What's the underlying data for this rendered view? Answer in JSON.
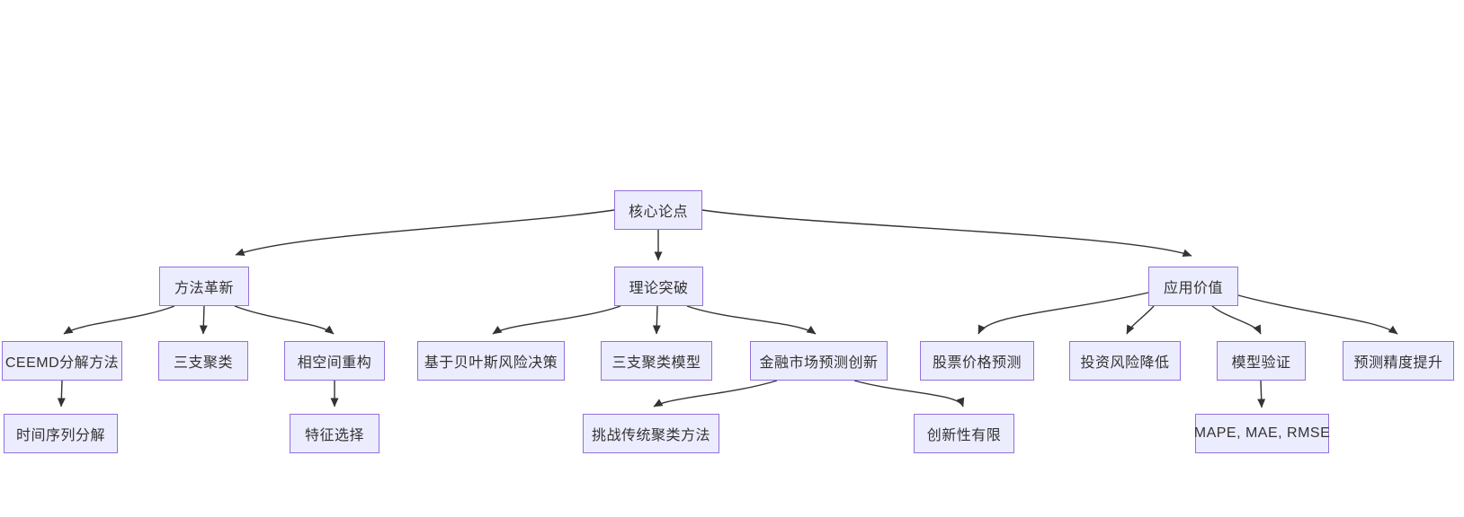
{
  "diagram": {
    "type": "flowchart",
    "direction": "top-down",
    "levels": 4,
    "node_count": 19,
    "edge_count": 18
  },
  "colors": {
    "background": "#ffffff",
    "node_fill": "#ECECFF",
    "node_border": "#9370DB",
    "edge": "#333333",
    "text": "#333333"
  },
  "nodes": {
    "root": {
      "label": "核心论点"
    },
    "method": {
      "label": "方法革新"
    },
    "theory": {
      "label": "理论突破"
    },
    "application": {
      "label": "应用价值"
    },
    "ceemd": {
      "label": "CEEMD分解方法"
    },
    "threeway": {
      "label": "三支聚类"
    },
    "phasespace": {
      "label": "相空间重构"
    },
    "bayes": {
      "label": "基于贝叶斯风险决策"
    },
    "threewaymodel": {
      "label": "三支聚类模型"
    },
    "finance": {
      "label": "金融市场预测创新"
    },
    "stock": {
      "label": "股票价格预测"
    },
    "risk": {
      "label": "投资风险降低"
    },
    "validation": {
      "label": "模型验证"
    },
    "precision": {
      "label": "预测精度提升"
    },
    "timeseries": {
      "label": "时间序列分解"
    },
    "feature": {
      "label": "特征选择"
    },
    "challenge": {
      "label": "挑战传统聚类方法"
    },
    "limited": {
      "label": "创新性有限"
    },
    "metrics": {
      "label": "MAPE, MAE, RMSE"
    }
  },
  "edges": [
    {
      "from": "root",
      "to": "method"
    },
    {
      "from": "root",
      "to": "theory"
    },
    {
      "from": "root",
      "to": "application"
    },
    {
      "from": "method",
      "to": "ceemd"
    },
    {
      "from": "method",
      "to": "threeway"
    },
    {
      "from": "method",
      "to": "phasespace"
    },
    {
      "from": "theory",
      "to": "bayes"
    },
    {
      "from": "theory",
      "to": "threewaymodel"
    },
    {
      "from": "theory",
      "to": "finance"
    },
    {
      "from": "application",
      "to": "stock"
    },
    {
      "from": "application",
      "to": "risk"
    },
    {
      "from": "application",
      "to": "validation"
    },
    {
      "from": "application",
      "to": "precision"
    },
    {
      "from": "ceemd",
      "to": "timeseries"
    },
    {
      "from": "phasespace",
      "to": "feature"
    },
    {
      "from": "finance",
      "to": "challenge"
    },
    {
      "from": "finance",
      "to": "limited"
    },
    {
      "from": "validation",
      "to": "metrics"
    }
  ]
}
